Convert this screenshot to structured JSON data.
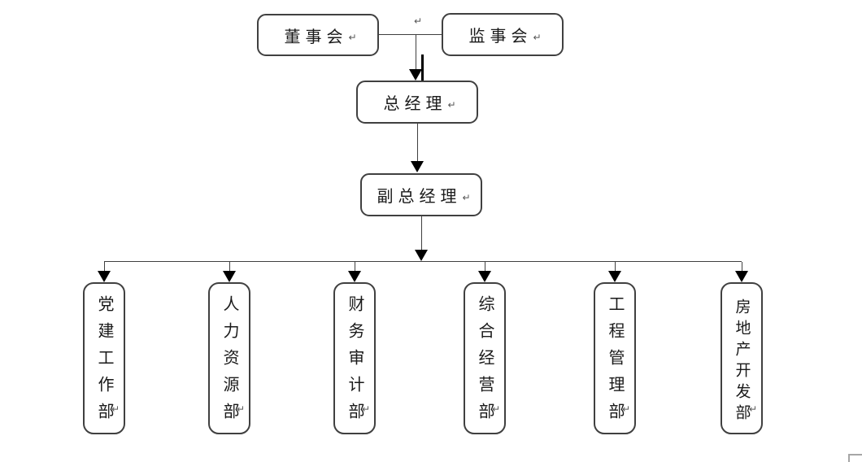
{
  "diagram": {
    "type": "org-chart",
    "nodes": {
      "board": {
        "label": "董事会"
      },
      "supervisory": {
        "label": "监事会"
      },
      "general_manager": {
        "label": "总经理"
      },
      "deputy_general_manager": {
        "label": "副总经理"
      },
      "departments": [
        {
          "label": "党建工作部"
        },
        {
          "label": "人力资源部"
        },
        {
          "label": "财务审计部"
        },
        {
          "label": "综合经营部"
        },
        {
          "label": "工程管理部"
        },
        {
          "label": "房地产开发部"
        }
      ]
    },
    "edges": [
      {
        "from": "board",
        "to": "supervisory",
        "style": "plain"
      },
      {
        "from": "board/supervisory junction",
        "to": "general_manager",
        "style": "arrow"
      },
      {
        "from": "general_manager",
        "to": "deputy_general_manager",
        "style": "arrow"
      },
      {
        "from": "deputy_general_manager",
        "to": "departments bus",
        "style": "arrow"
      },
      {
        "from": "departments bus",
        "to": "each department",
        "style": "arrow"
      }
    ],
    "marks": {
      "paragraph": "↵"
    },
    "colors": {
      "background": "#ffffff",
      "box_border": "#404040",
      "line": "#3f3f3f",
      "arrow": "#000000",
      "text": "#1a1a1a",
      "page_corner": "#a6a6a6"
    }
  }
}
